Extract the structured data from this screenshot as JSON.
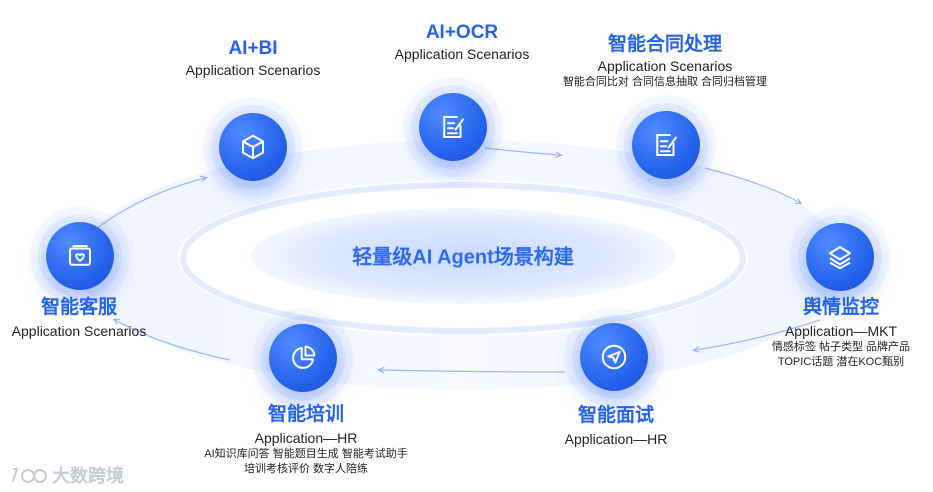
{
  "center": {
    "label": "轻量级AI Agent场景构建"
  },
  "nodes": [
    {
      "title": "AI+BI",
      "sub": "Application Scenarios",
      "icon": "cube-icon",
      "tags": []
    },
    {
      "title": "AI+OCR",
      "sub": "Application Scenarios",
      "icon": "document-edit-icon",
      "tags": []
    },
    {
      "title": "智能合同处理",
      "sub": "Application Scenarios",
      "icon": "document-edit-icon",
      "tags": [
        "智能合同比对 合同信息抽取 合同归档管理"
      ]
    },
    {
      "title": "舆情监控",
      "sub": "Application—MKT",
      "icon": "layers-icon",
      "tags": [
        "情感标签 帖子类型 品牌产品",
        "TOPIC话题 潜在KOC甄别"
      ]
    },
    {
      "title": "智能面试",
      "sub": "Application—HR",
      "icon": "send-icon",
      "tags": []
    },
    {
      "title": "智能培训",
      "sub": "Application—HR",
      "icon": "pie-chart-icon",
      "tags": [
        "AI知识库问答 智能题目生成 智能考试助手",
        "培训考核评价 数字人陪练"
      ]
    },
    {
      "title": "智能客服",
      "sub": "Application Scenarios",
      "icon": "image-gallery-icon",
      "tags": []
    }
  ],
  "watermark": {
    "text": "大数跨境"
  },
  "colors": {
    "accent": "#2563eb",
    "ring": "#c9d8ff",
    "center_fill": "#dbe6ff"
  }
}
